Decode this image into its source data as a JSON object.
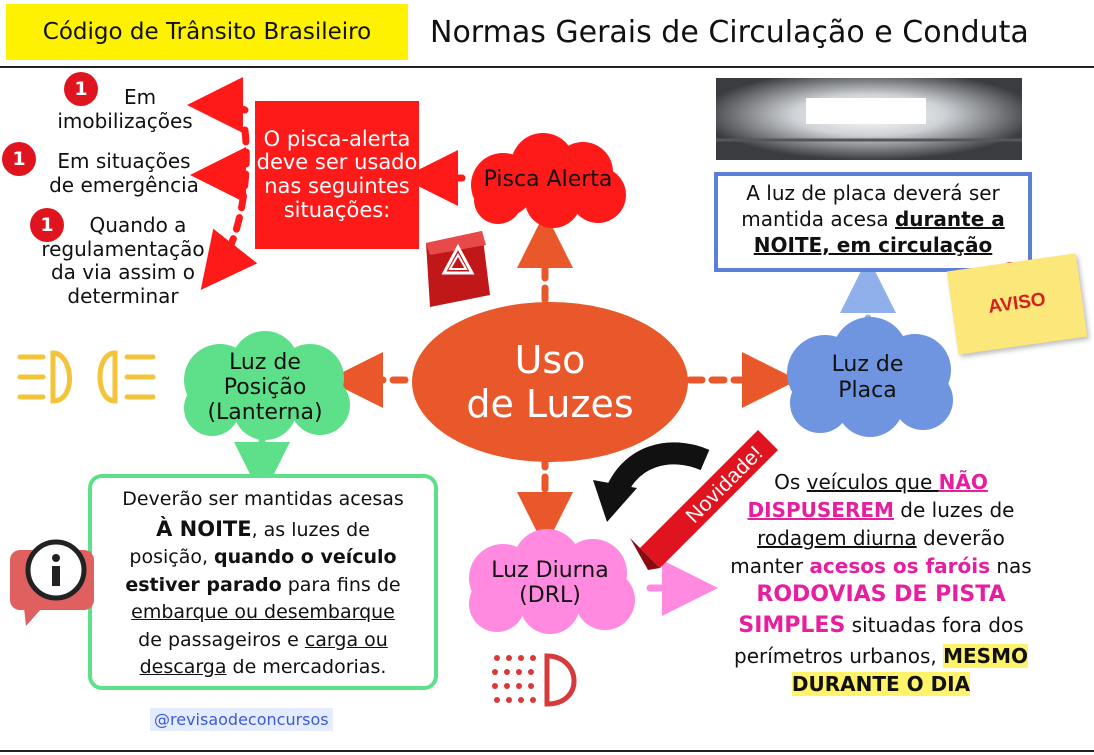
{
  "header": {
    "left_title": "Código de Trânsito Brasileiro",
    "right_title": "Normas Gerais de Circulação e Conduta"
  },
  "center": {
    "line1": "Uso",
    "line2": "de Luzes"
  },
  "pisca": {
    "cloud_label": "Pisca Alerta",
    "box_text": "O pisca-alerta deve ser usado nas seguintes situações:",
    "badge": "1",
    "items": [
      {
        "line1": "Em",
        "line2": "imobilizações"
      },
      {
        "line1": "Em situações",
        "line2": "de emergência"
      },
      {
        "line1": "Quando a",
        "line2": "regulamentação",
        "line3": "da via assim o",
        "line4": "determinar"
      }
    ]
  },
  "posicao": {
    "cloud_line1": "Luz de",
    "cloud_line2": "Posição",
    "cloud_line3": "(Lanterna)",
    "t1": "Deverão ser mantidas acesas",
    "t2": "À NOITE",
    "t3": ", as luzes de",
    "t4": "posição, ",
    "t5": "quando o veículo",
    "t6": "estiver parado",
    "t7": " para fins de",
    "t8": "embarque ou desembarque",
    "t9": "de passageiros e ",
    "t10": "carga ou",
    "t11": "descarga",
    "t12": " de mercadorias."
  },
  "placa": {
    "cloud_line1": "Luz de",
    "cloud_line2": "Placa",
    "t1": "A luz de placa deverá ser",
    "t2": "mantida acesa ",
    "t3": "durante a",
    "t4": "NOITE, em circulação",
    "notice": "AVISO"
  },
  "drl": {
    "cloud_line1": "Luz Diurna",
    "cloud_line2": "(DRL)",
    "ribbon": "Novidade!",
    "t1": "Os ",
    "t2": "veículos que ",
    "t3": "NÃO",
    "t4": "DISPUSEREM",
    "t5": " de luzes de",
    "t6": "rodagem diurna",
    "t7": " deverão",
    "t8": "manter ",
    "t9": "acesos os faróis",
    "t10": " nas",
    "t11": "RODOVIAS DE PISTA",
    "t12": "SIMPLES",
    "t13": " situadas fora dos",
    "t14": "perímetros urbanos, ",
    "t15": "MESMO",
    "t16": "DURANTE O DIA"
  },
  "handle": "@revisaodeconcursos",
  "colors": {
    "center": "#e8582a",
    "pisca": "#ff1a1a",
    "posicao": "#5ee08a",
    "placa": "#6f95e0",
    "drl": "#ff8ae0",
    "banner": "#fff200"
  }
}
